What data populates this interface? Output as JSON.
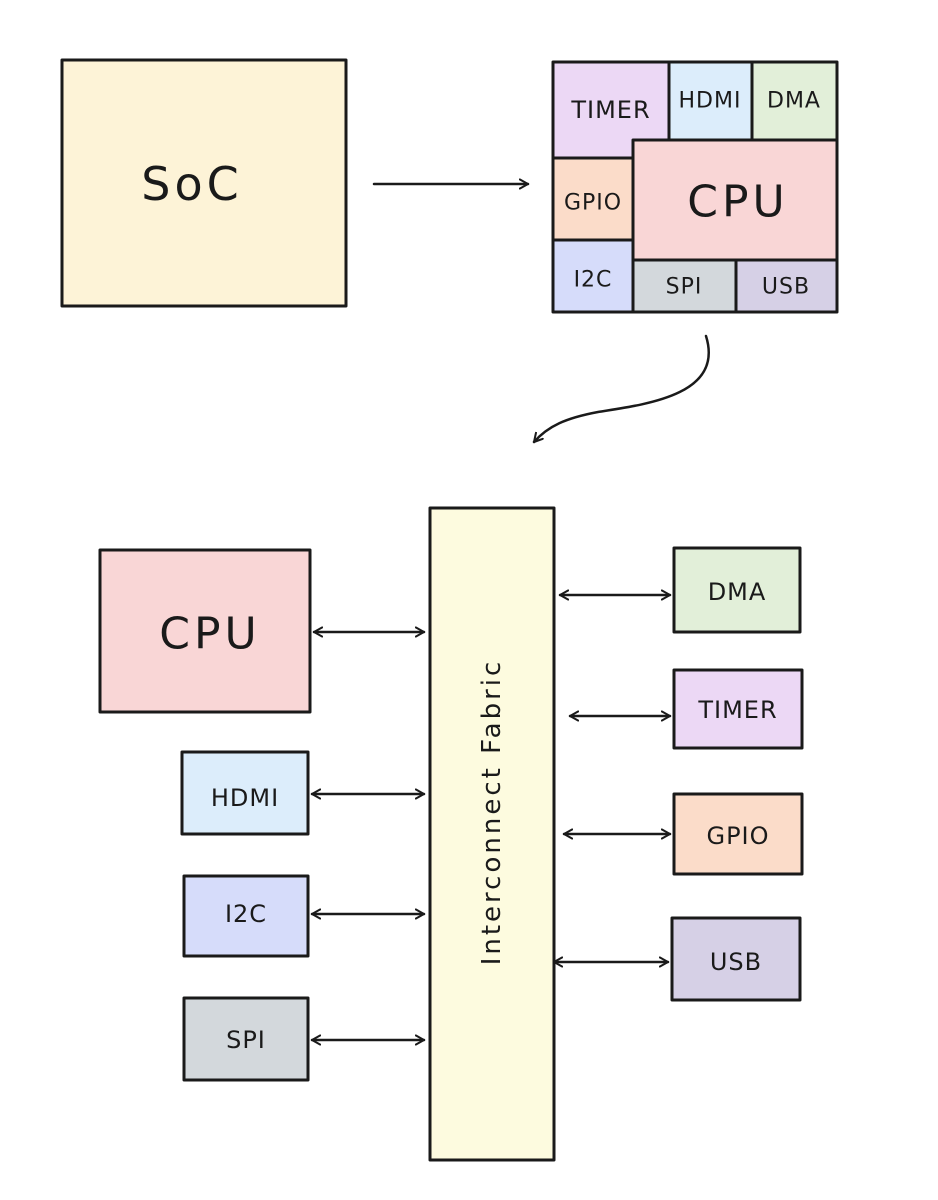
{
  "colors": {
    "soc": "#fdf3d7",
    "cpu": "#f9d6d6",
    "timer": "#ecd8f5",
    "hdmi": "#dcedfb",
    "dma": "#e2efd9",
    "gpio": "#fbdcc9",
    "i2c": "#d6dcfa",
    "spi": "#d3d8dc",
    "usb": "#d6d0e6",
    "fabric": "#fdfbdf",
    "ink": "#1a1a1a"
  },
  "soc": {
    "label": "SoC"
  },
  "floorplan": {
    "timer": "TIMER",
    "hdmi": "HDMI",
    "dma": "DMA",
    "gpio": "GPIO",
    "cpu": "CPU",
    "i2c": "I2C",
    "spi": "SPI",
    "usb": "USB"
  },
  "blocks": {
    "cpu": "CPU",
    "hdmi": "HDMI",
    "i2c": "I2C",
    "spi": "SPI",
    "dma": "DMA",
    "timer": "TIMER",
    "gpio": "GPIO",
    "usb": "USB"
  },
  "fabric": {
    "label": "Interconnect Fabric"
  }
}
